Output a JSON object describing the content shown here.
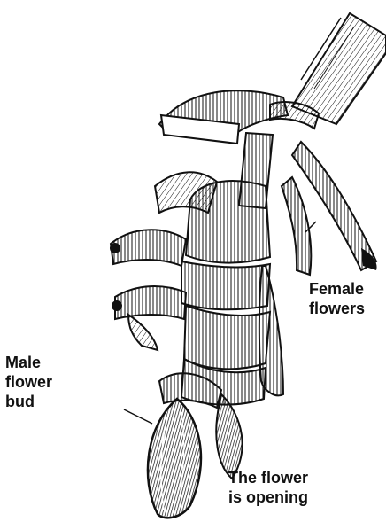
{
  "labels": {
    "male_bud": [
      "Male",
      "flower",
      "bud"
    ],
    "female_flowers": [
      "Female",
      "flowers"
    ],
    "opening": [
      "The flower",
      "is opening"
    ]
  }
}
